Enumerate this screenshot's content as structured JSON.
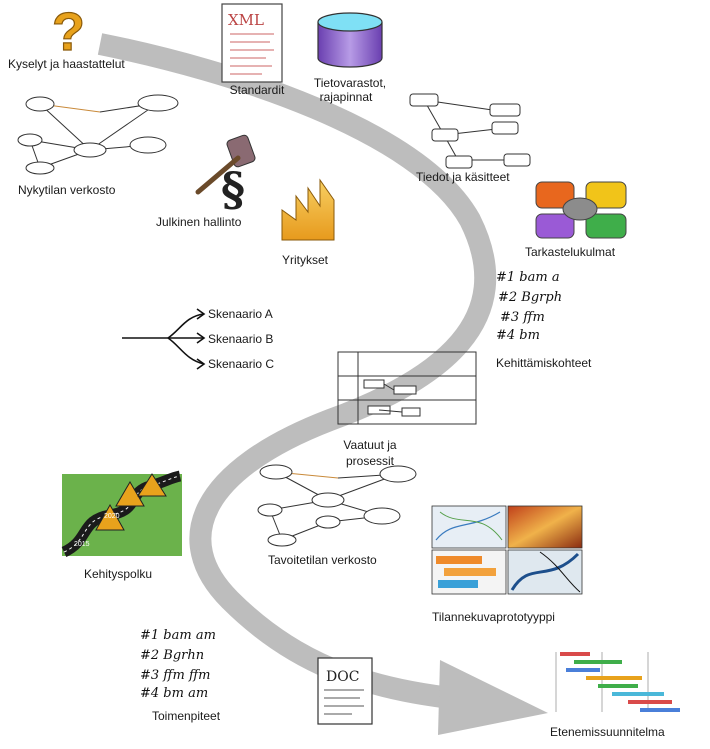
{
  "labels": {
    "kyselyt": "Kyselyt ja haastattelut",
    "standardit": "Standardit",
    "tietovarastot": "Tietovarastot,",
    "rajapinnat": "rajapinnat",
    "nykytila": "Nykytilan verkosto",
    "tiedot": "Tiedot ja käsitteet",
    "julkinen": "Julkinen hallinto",
    "yritykset": "Yritykset",
    "tarkastelu": "Tarkastelukulmat",
    "skenaario_a": "Skenaario A",
    "skenaario_b": "Skenaario B",
    "skenaario_c": "Skenaario C",
    "kehittamis": "Kehittämiskohteet",
    "vaatimukset_1": "Vaatuut ja",
    "vaatimukset_2": "prosessit",
    "kehityspolku": "Kehityspolku",
    "tavoitetila": "Tavoitetilan verkosto",
    "tilannekuva": "Tilannekuvaprototyyppi",
    "toimenpiteet": "Toimenpiteet",
    "etenemis": "Etenemissuunnitelma"
  },
  "glyphs": {
    "question": "?",
    "paragraph": "§",
    "xml_doc": "XML",
    "doc_doc": "DOC"
  },
  "lists": {
    "kehittamis_items": [
      "#1 bam a",
      "#2 Bgrph",
      "#3 ffm",
      "#4 bm"
    ],
    "toimenpiteet_items": [
      "#1 bam am",
      "#2 Bgrhn",
      "#3 ffm ffm",
      "#4 bm am"
    ]
  },
  "road_years": {
    "y2015": "2015",
    "y2020": "2020"
  },
  "colors": {
    "path_arrow": "#bdbdbd",
    "question_mark": "#e8a21c",
    "database_top": "#6fd6f0",
    "database_body": "#8d6bc8",
    "factory": "#f0b230",
    "sketch_accent": "#c98a3a"
  }
}
